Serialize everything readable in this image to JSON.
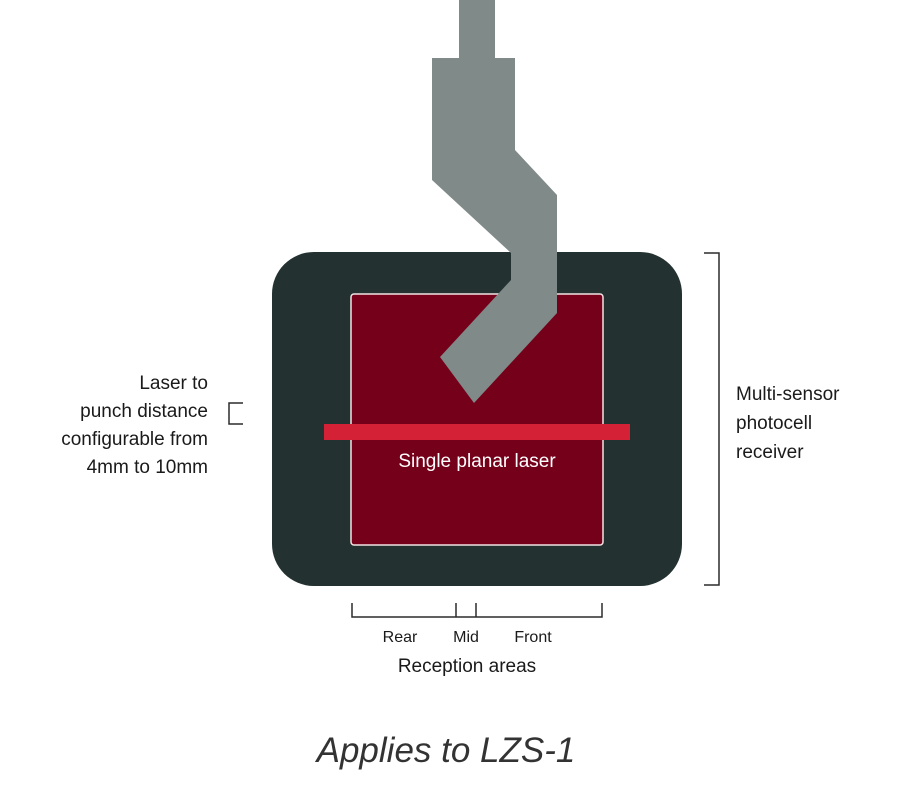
{
  "labels": {
    "laser_distance": [
      "Laser to",
      "punch distance",
      "configurable from",
      "4mm to 10mm"
    ],
    "receiver": [
      "Multi-sensor",
      "photocell",
      "receiver"
    ],
    "laser": "Single planar laser",
    "areas": {
      "rear": "Rear",
      "mid": "Mid",
      "front": "Front"
    },
    "reception": "Reception areas",
    "caption": "Applies to LZS-1"
  },
  "colors": {
    "housing": "#233131",
    "window": "#75001a",
    "laser": "#d42136",
    "punch": "#7f8a89",
    "bracket": "#2b2b2b",
    "text": "#1a1a1a",
    "laser_text": "#ffffff",
    "caption": "#333333"
  }
}
